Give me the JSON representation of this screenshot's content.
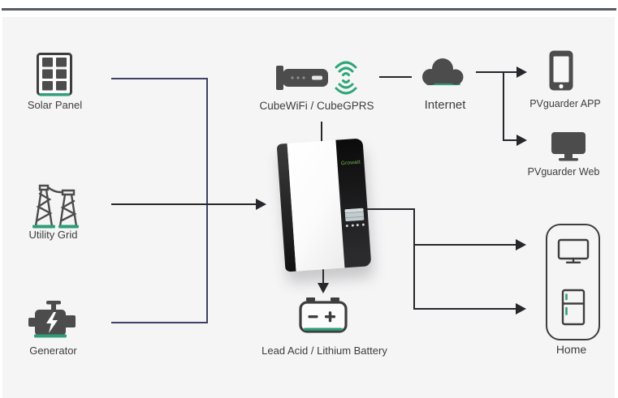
{
  "colors": {
    "panel_bg": "#f5f5f6",
    "top_rule": "#575b63",
    "icon_dark": "#4c4c4c",
    "accent_green": "#2f9e77",
    "brand_green": "#7ab648",
    "line_black": "#28262b",
    "line_navy": "#3f4063",
    "label_text": "#3d3d3d"
  },
  "nodes": {
    "solar_panel": {
      "label": "Solar Panel",
      "icon": "solar-panel-icon"
    },
    "utility_grid": {
      "label": "Utility Grid",
      "icon": "transmission-tower-icon"
    },
    "generator": {
      "label": "Generator",
      "icon": "engine-icon"
    },
    "cube_wifi": {
      "label": "CubeWiFi / CubeGPRS",
      "icon": "wifi-dongle-icon"
    },
    "internet": {
      "label": "Internet",
      "icon": "cloud-icon"
    },
    "pvguarder_app": {
      "label": "PVguarder APP",
      "icon": "smartphone-icon"
    },
    "pvguarder_web": {
      "label": "PVguarder Web",
      "icon": "desktop-monitor-icon"
    },
    "inverter": {
      "brand": "Growatt",
      "icon": "inverter-unit"
    },
    "battery": {
      "label": "Lead Acid / Lithium Battery",
      "icon": "battery-icon"
    },
    "home": {
      "label": "Home",
      "icons": [
        "tv-icon",
        "fridge-icon"
      ]
    }
  }
}
